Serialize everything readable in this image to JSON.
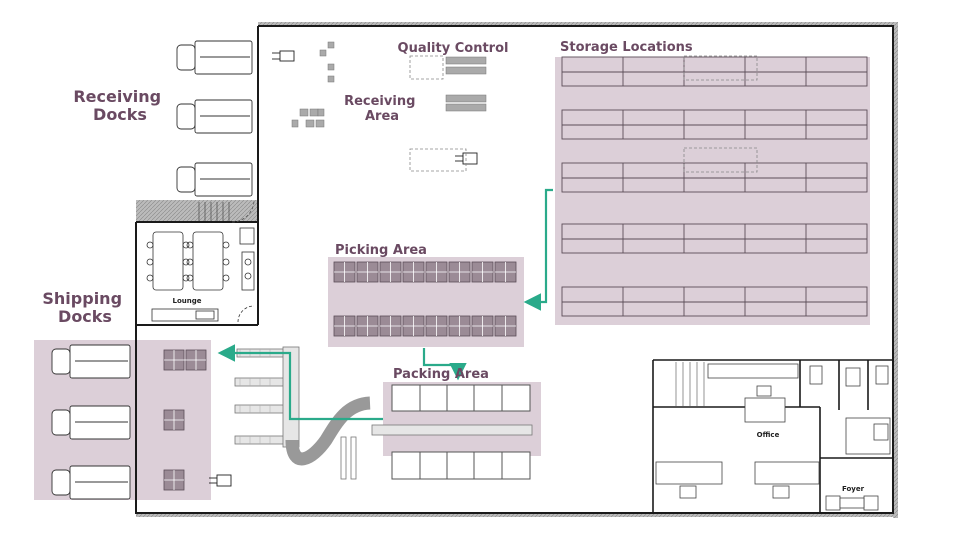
{
  "labels": {
    "receiving_docks": [
      "Receiving",
      "Docks"
    ],
    "shipping_docks": [
      "Shipping",
      "Docks"
    ],
    "quality_control": "Quality Control",
    "receiving_area": [
      "Receiving",
      "Area"
    ],
    "storage_locations": "Storage Locations",
    "picking_area": "Picking Area",
    "packing_area": "Packing Area",
    "lounge": "Lounge",
    "office": "Office",
    "foyer": "Foyer"
  },
  "colors": {
    "zone_fill": "#dccfd8",
    "wall": "#1a1a1a",
    "label": "#6a4a62",
    "flow_arrow": "#2aaa8a",
    "rack_line": "#5b4d58",
    "grid_cell": "#7d6f7a"
  },
  "icons": [
    "truck-icon",
    "forklift-icon",
    "conveyor-icon",
    "pallet-icon"
  ]
}
